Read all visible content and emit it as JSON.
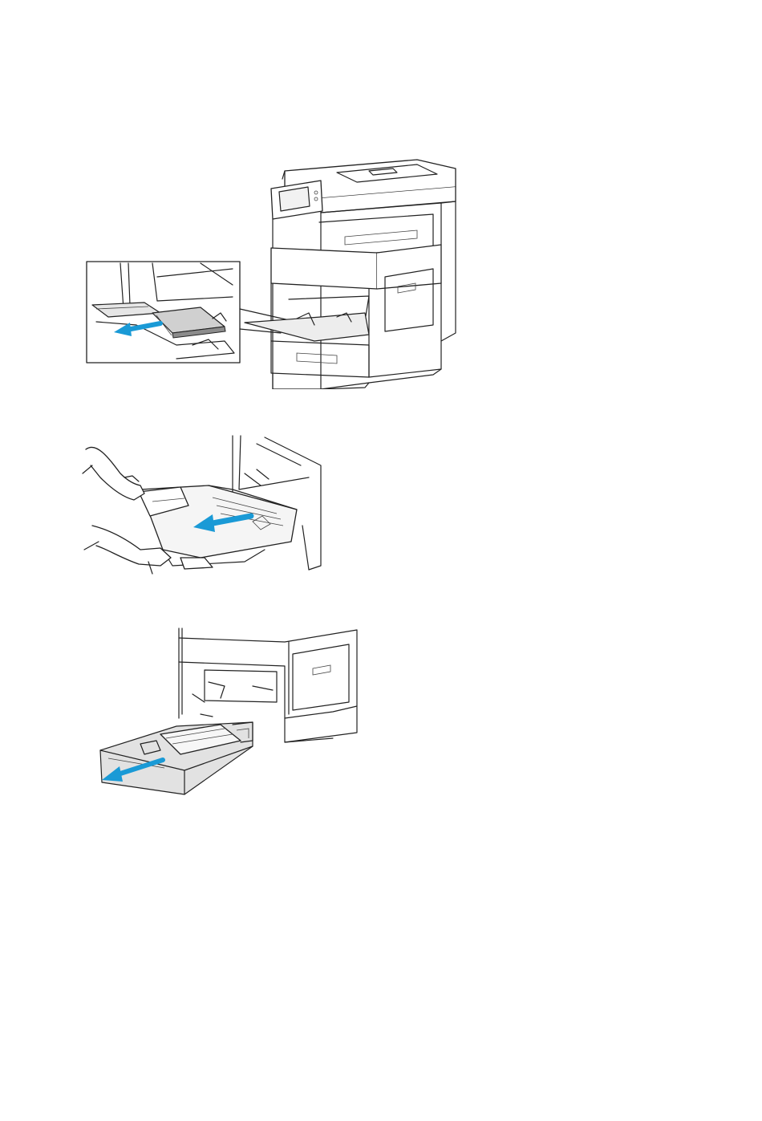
{
  "figures": [
    {
      "id": "fig-1",
      "subject": "printer-with-bypass-tray-inset",
      "icon": "arrow-icon"
    },
    {
      "id": "fig-2",
      "subject": "hands-removing-bypass-tray",
      "icon": "arrow-icon"
    },
    {
      "id": "fig-3",
      "subject": "paper-tray-pulled-out",
      "icon": "arrow-icon"
    }
  ],
  "colors": {
    "arrow": "#1a9ad6",
    "line": "#222222",
    "paper_grey": "#cfcfcf",
    "background": "#ffffff"
  }
}
